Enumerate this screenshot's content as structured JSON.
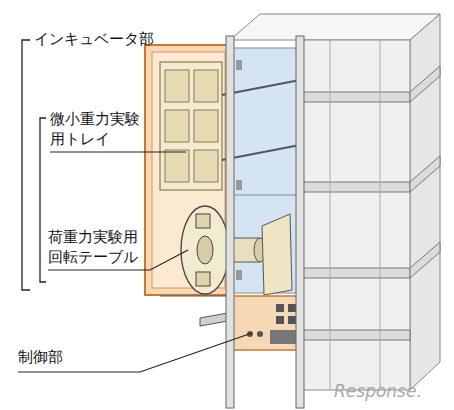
{
  "diagram": {
    "labels": [
      "インキュベータ部",
      "微小重力実験用トレイ",
      "荷重力実験用回転テーブル",
      "制御部",
      "Response."
    ]
  }
}
